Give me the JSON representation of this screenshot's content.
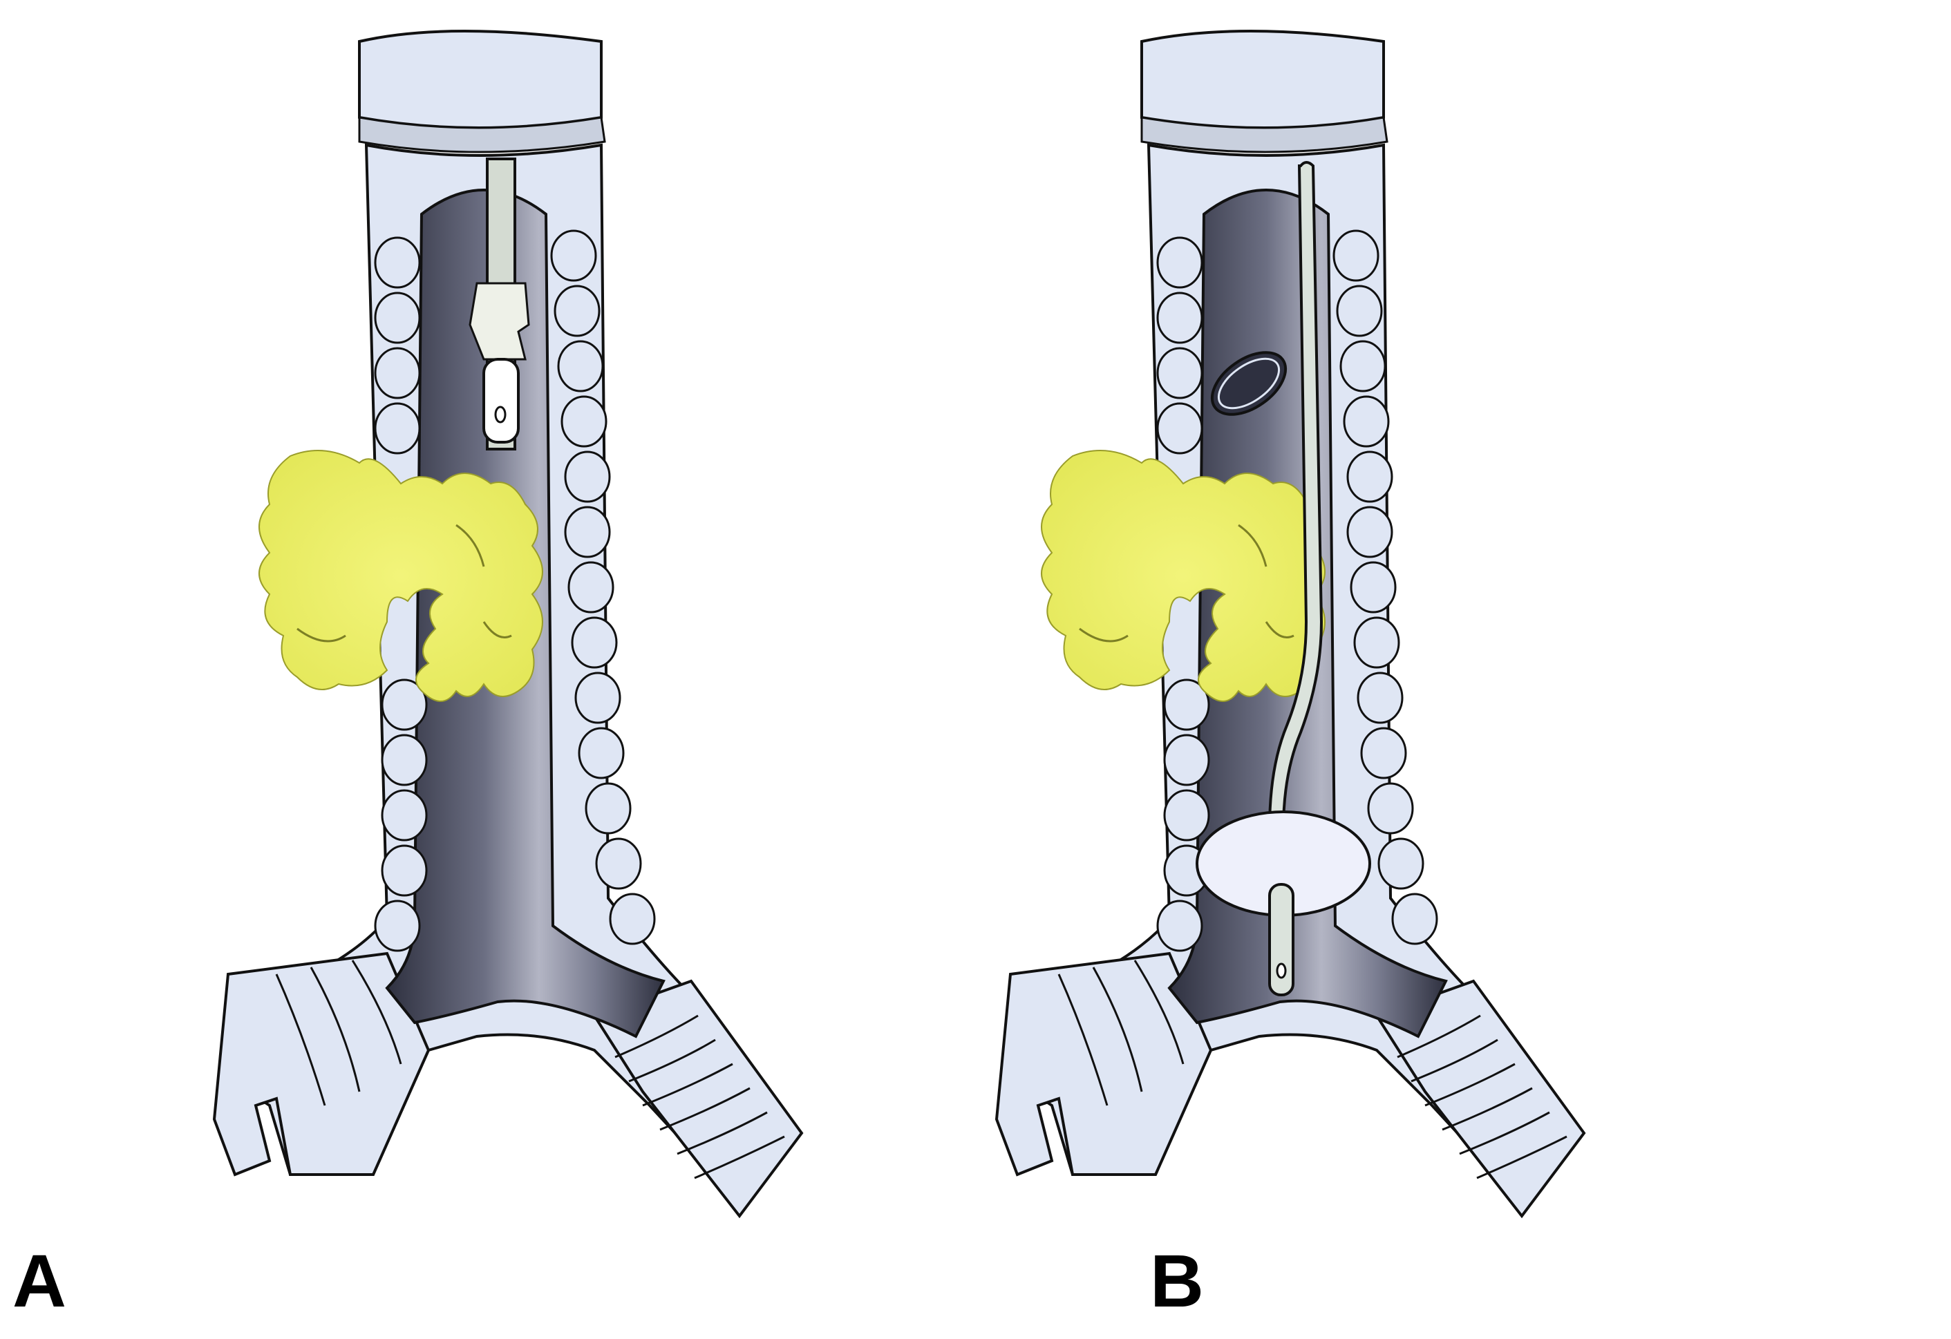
{
  "figure": {
    "panels": [
      {
        "label": "A"
      },
      {
        "label": "B"
      }
    ]
  },
  "colors": {
    "cartilage": "#dfe6f4",
    "lumen_dark": "#3b3d4d",
    "lumen_mid": "#8c8fa3",
    "lumen_light": "#c9cad6",
    "tumor": "#eff26e",
    "tube": "#dbe3dc",
    "balloon": "#eef0fb",
    "outline": "#111111",
    "label": "#000000"
  },
  "icons": {
    "tumor_mass": "irregular-yellow-mass",
    "stent_tube": "rigid-bronchoscope-tube",
    "catheter": "flexible-catheter",
    "balloon": "occlusion-balloon"
  }
}
